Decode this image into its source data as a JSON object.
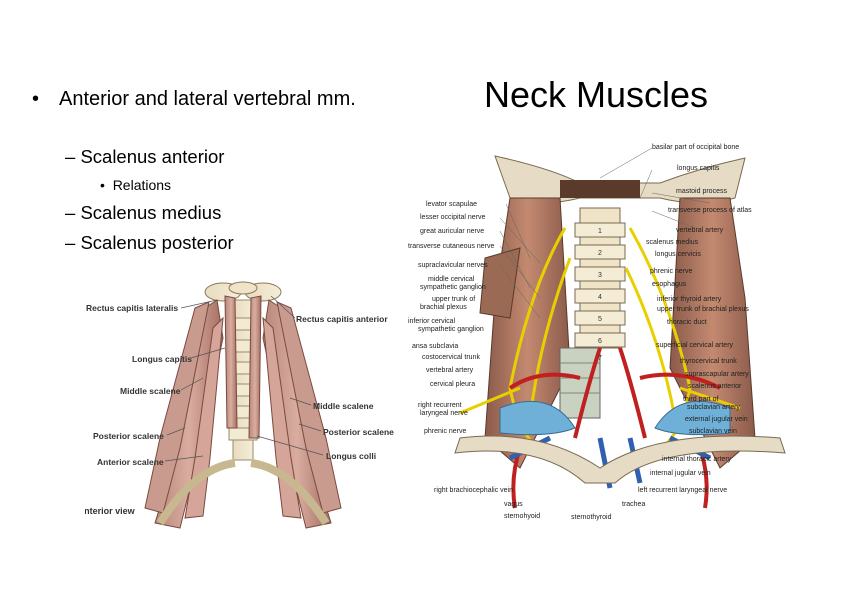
{
  "slide": {
    "title": "Neck Muscles",
    "bullets": {
      "main": "Anterior and lateral vertebral mm.",
      "sub1": "Scalenus anterior",
      "subsub": "Relations",
      "sub2": "Scalenus medius",
      "sub3": "Scalenus posterior"
    }
  },
  "figure_left": {
    "labels": {
      "rectus_capitis_lateralis": "Rectus capitis lateralis",
      "rectus_capitis_anterior": "Rectus capitis anterior",
      "longus_capitis": "Longus capitis",
      "middle_scalene_l": "Middle scalene",
      "middle_scalene_r": "Middle scalene",
      "posterior_scalene_l": "Posterior scalene",
      "posterior_scalene_r": "Posterior scalene",
      "anterior_scalene": "Anterior scalene",
      "longus_colli": "Longus colli",
      "caption": "(A) Anterior view"
    }
  },
  "figure_right": {
    "labels_left": [
      "levator scapulae",
      "lesser occipital nerve",
      "great auricular nerve",
      "transverse cutaneous nerve",
      "supraclavicular nerves",
      "middle cervical",
      "sympathetic ganglion",
      "upper trunk of",
      "brachial plexus",
      "inferior cervical",
      "sympathetic ganglion",
      "ansa subclavia",
      "costocervical trunk",
      "vertebral artery",
      "cervical pleura",
      "right recurrent",
      "laryngeal nerve",
      "phrenic nerve"
    ],
    "labels_right": [
      "basilar part of occipital bone",
      "longus capitis",
      "mastoid process",
      "transverse process of atlas",
      "vertebral artery",
      "scalenus medius",
      "longus cervicis",
      "phrenic nerve",
      "esophagus",
      "inferior thyroid artery",
      "upper trunk of brachial plexus",
      "thoracic duct",
      "superficial cervical artery",
      "thyrocervical trunk",
      "suprascapular artery",
      "scalenus anterior",
      "third part of",
      "subclavian artery",
      "external jugular vein",
      "subclavian vein",
      "internal thoracic artery",
      "internal jugular vein",
      "left recurrent laryngeal nerve"
    ],
    "labels_bottom": [
      "right brachiocephalic vein",
      "vagus",
      "sternohyoid",
      "sternothyroid",
      "trachea"
    ],
    "vertebra_numbers": [
      "1",
      "2",
      "3",
      "4",
      "5",
      "6",
      "7"
    ]
  }
}
